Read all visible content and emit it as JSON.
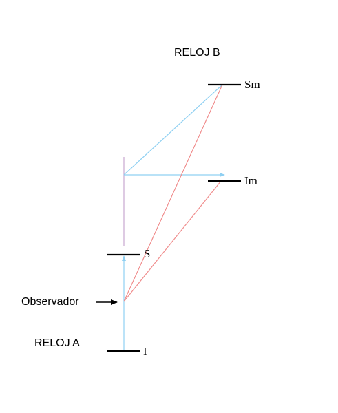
{
  "labels": {
    "clock_b": "RELOJ B",
    "clock_a": "RELOJ A",
    "observer": "Observador",
    "mirror_sm": "Sm",
    "mirror_im": "Im",
    "mirror_s": "S",
    "mirror_i": "I"
  },
  "colors": {
    "light_ray": "#8fd0f2",
    "observed_ray": "#f08c8c",
    "vertical_line": "#c8a8d0",
    "mirror": "#000000",
    "text": "#000000"
  }
}
